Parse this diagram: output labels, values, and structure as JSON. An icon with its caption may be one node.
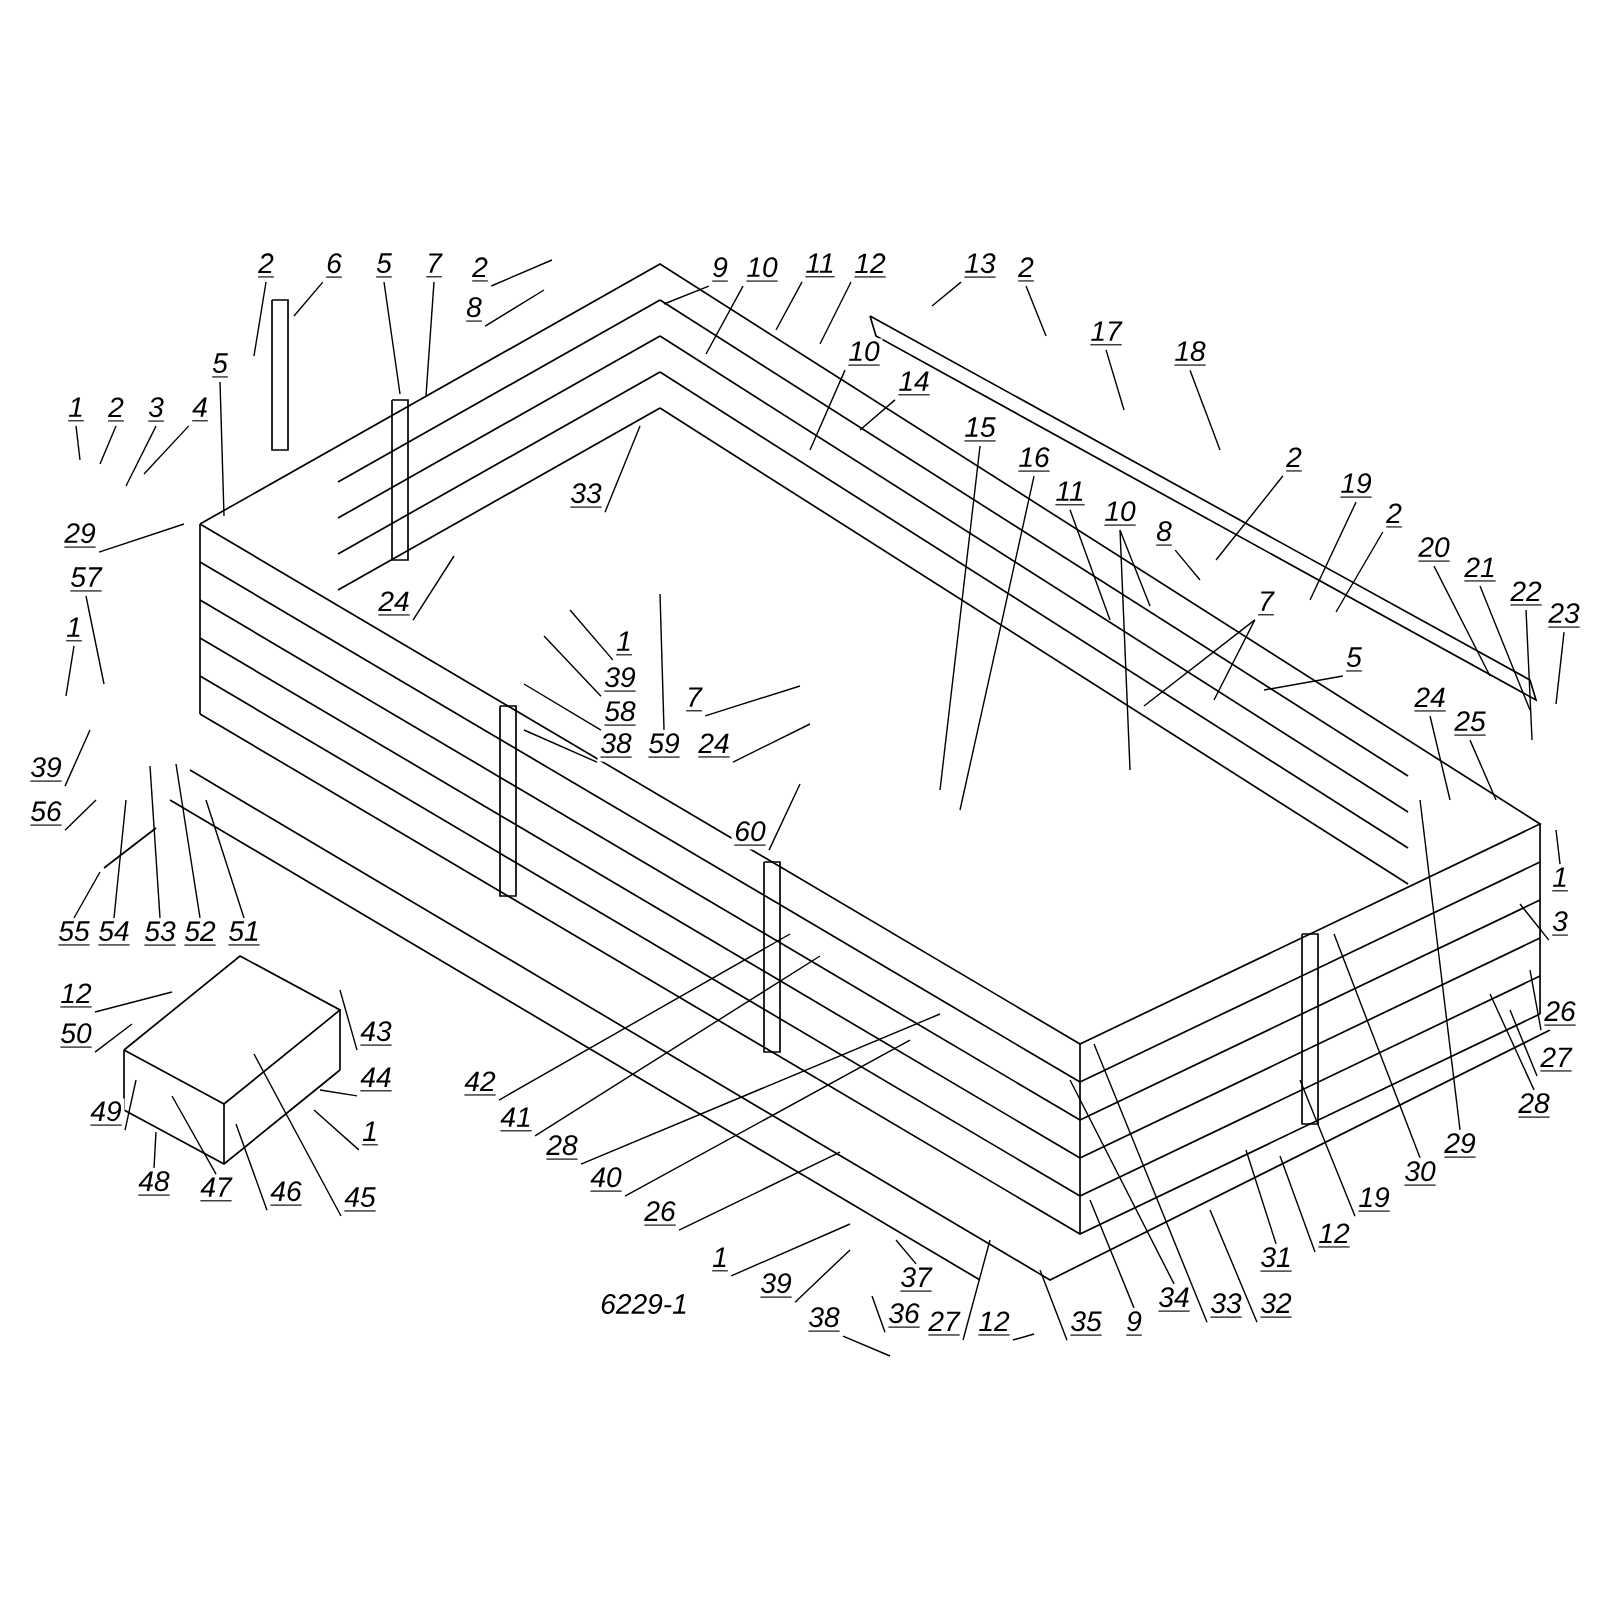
{
  "diagram": {
    "nodes": [
      {
        "text": [
          "2"
        ]
      },
      {
        "text": [
          "6"
        ]
      },
      {
        "text": [
          "5"
        ]
      },
      {
        "text": [
          "7"
        ]
      },
      {
        "text": [
          "2"
        ]
      },
      {
        "text": [
          "8"
        ]
      },
      {
        "text": [
          "9"
        ]
      },
      {
        "text": [
          "10"
        ]
      },
      {
        "text": [
          "11"
        ]
      },
      {
        "text": [
          "12"
        ]
      },
      {
        "text": [
          "13"
        ]
      },
      {
        "text": [
          "2"
        ]
      },
      {
        "text": [
          "17"
        ]
      },
      {
        "text": [
          "18"
        ]
      },
      {
        "text": [
          "10"
        ]
      },
      {
        "text": [
          "14"
        ]
      },
      {
        "text": [
          "15"
        ]
      },
      {
        "text": [
          "16"
        ]
      },
      {
        "text": [
          "11"
        ]
      },
      {
        "text": [
          "10"
        ]
      },
      {
        "text": [
          "8"
        ]
      },
      {
        "text": [
          "2"
        ]
      },
      {
        "text": [
          "19"
        ]
      },
      {
        "text": [
          "2"
        ]
      },
      {
        "text": [
          "7"
        ]
      },
      {
        "text": [
          "5"
        ]
      },
      {
        "text": [
          "20"
        ]
      },
      {
        "text": [
          "21"
        ]
      },
      {
        "text": [
          "22"
        ]
      },
      {
        "text": [
          "23"
        ]
      },
      {
        "text": [
          "24"
        ]
      },
      {
        "text": [
          "25"
        ]
      },
      {
        "text": [
          "1"
        ]
      },
      {
        "text": [
          "2"
        ]
      },
      {
        "text": [
          "3"
        ]
      },
      {
        "text": [
          "4"
        ]
      },
      {
        "text": [
          "5"
        ]
      },
      {
        "text": [
          "29"
        ]
      },
      {
        "text": [
          "57"
        ]
      },
      {
        "text": [
          "1"
        ]
      },
      {
        "text": [
          "39"
        ]
      },
      {
        "text": [
          "56"
        ]
      },
      {
        "text": [
          "33"
        ]
      },
      {
        "text": [
          "24"
        ]
      },
      {
        "text": [
          "1"
        ]
      },
      {
        "text": [
          "39"
        ]
      },
      {
        "text": [
          "58"
        ]
      },
      {
        "text": [
          "38"
        ]
      },
      {
        "text": [
          "7"
        ]
      },
      {
        "text": [
          "59"
        ]
      },
      {
        "text": [
          "24"
        ]
      },
      {
        "text": [
          "60"
        ]
      },
      {
        "text": [
          "55"
        ]
      },
      {
        "text": [
          "54"
        ]
      },
      {
        "text": [
          "53"
        ]
      },
      {
        "text": [
          "52"
        ]
      },
      {
        "text": [
          "51"
        ]
      },
      {
        "text": [
          "12"
        ]
      },
      {
        "text": [
          "50"
        ]
      },
      {
        "text": [
          "49"
        ]
      },
      {
        "text": [
          "48"
        ]
      },
      {
        "text": [
          "47"
        ]
      },
      {
        "text": [
          "46"
        ]
      },
      {
        "text": [
          "45"
        ]
      },
      {
        "text": [
          "43"
        ]
      },
      {
        "text": [
          "44"
        ]
      },
      {
        "text": [
          "1"
        ]
      },
      {
        "text": [
          "42"
        ]
      },
      {
        "text": [
          "41"
        ]
      },
      {
        "text": [
          "28"
        ]
      },
      {
        "text": [
          "40"
        ]
      },
      {
        "text": [
          "26"
        ]
      },
      {
        "text": [
          "1"
        ]
      },
      {
        "text": [
          "39"
        ]
      },
      {
        "text": [
          "37"
        ]
      },
      {
        "text": [
          "36"
        ]
      },
      {
        "text": [
          "38"
        ]
      },
      {
        "text": [
          "27"
        ]
      },
      {
        "text": [
          "12"
        ]
      },
      {
        "text": [
          "35"
        ]
      },
      {
        "text": [
          "9"
        ]
      },
      {
        "text": [
          "34"
        ]
      },
      {
        "text": [
          "33"
        ]
      },
      {
        "text": [
          "32"
        ]
      },
      {
        "text": [
          "31"
        ]
      },
      {
        "text": [
          "12"
        ]
      },
      {
        "text": [
          "19"
        ]
      },
      {
        "text": [
          "30"
        ]
      },
      {
        "text": [
          "29"
        ]
      },
      {
        "text": [
          "28"
        ]
      },
      {
        "text": [
          "27"
        ]
      },
      {
        "text": [
          "26"
        ]
      },
      {
        "text": [
          "3"
        ]
      },
      {
        "text": [
          "1"
        ]
      }
    ],
    "edges": [
      {
        "from": 0,
        "to": null,
        "arrow": "none"
      },
      {
        "from": 1,
        "to": null,
        "arrow": "none"
      },
      {
        "from": 2,
        "to": null,
        "arrow": "none"
      },
      {
        "from": 3,
        "to": null,
        "arrow": "none"
      },
      {
        "from": 4,
        "to": null,
        "arrow": "none"
      },
      {
        "from": 5,
        "to": null,
        "arrow": "none"
      },
      {
        "from": 6,
        "to": null,
        "arrow": "none"
      },
      {
        "from": 7,
        "to": null,
        "arrow": "none"
      },
      {
        "from": 8,
        "to": null,
        "arrow": "none"
      },
      {
        "from": 9,
        "to": null,
        "arrow": "none"
      },
      {
        "from": 10,
        "to": null,
        "arrow": "none"
      },
      {
        "from": 11,
        "to": null,
        "arrow": "none"
      },
      {
        "from": 12,
        "to": null,
        "arrow": "none"
      },
      {
        "from": 13,
        "to": null,
        "arrow": "none"
      },
      {
        "from": 14,
        "to": null,
        "arrow": "none"
      },
      {
        "from": 15,
        "to": null,
        "arrow": "none"
      },
      {
        "from": 16,
        "to": null,
        "arrow": "none"
      },
      {
        "from": 17,
        "to": null,
        "arrow": "none"
      },
      {
        "from": 18,
        "to": null,
        "arrow": "none"
      },
      {
        "from": 19,
        "to": null,
        "arrow": "none"
      },
      {
        "from": 19,
        "to": null,
        "arrow": "none"
      },
      {
        "from": 20,
        "to": null,
        "arrow": "none"
      },
      {
        "from": 21,
        "to": null,
        "arrow": "none"
      },
      {
        "from": 22,
        "to": null,
        "arrow": "none"
      },
      {
        "from": 23,
        "to": null,
        "arrow": "none"
      },
      {
        "from": 24,
        "to": null,
        "arrow": "none"
      },
      {
        "from": 24,
        "to": null,
        "arrow": "none"
      },
      {
        "from": 25,
        "to": null,
        "arrow": "none"
      },
      {
        "from": 26,
        "to": null,
        "arrow": "none"
      },
      {
        "from": 27,
        "to": null,
        "arrow": "none"
      },
      {
        "from": 28,
        "to": null,
        "arrow": "none"
      },
      {
        "from": 29,
        "to": null,
        "arrow": "none"
      },
      {
        "from": 30,
        "to": null,
        "arrow": "none"
      },
      {
        "from": 31,
        "to": null,
        "arrow": "none"
      },
      {
        "from": 32,
        "to": null,
        "arrow": "none"
      },
      {
        "from": 33,
        "to": null,
        "arrow": "none"
      },
      {
        "from": 34,
        "to": null,
        "arrow": "none"
      },
      {
        "from": 35,
        "to": null,
        "arrow": "none"
      },
      {
        "from": 36,
        "to": null,
        "arrow": "none"
      },
      {
        "from": 37,
        "to": null,
        "arrow": "none"
      },
      {
        "from": 38,
        "to": null,
        "arrow": "none"
      },
      {
        "from": 39,
        "to": null,
        "arrow": "none"
      },
      {
        "from": 40,
        "to": null,
        "arrow": "none"
      },
      {
        "from": 41,
        "to": null,
        "arrow": "none"
      },
      {
        "from": 42,
        "to": null,
        "arrow": "none"
      },
      {
        "from": 43,
        "to": null,
        "arrow": "none"
      },
      {
        "from": 44,
        "to": null,
        "arrow": "none"
      },
      {
        "from": 45,
        "to": null,
        "arrow": "none"
      },
      {
        "from": 46,
        "to": null,
        "arrow": "none"
      },
      {
        "from": 47,
        "to": null,
        "arrow": "none"
      },
      {
        "from": 48,
        "to": null,
        "arrow": "none"
      },
      {
        "from": 49,
        "to": null,
        "arrow": "none"
      },
      {
        "from": 50,
        "to": null,
        "arrow": "none"
      },
      {
        "from": 51,
        "to": null,
        "arrow": "none"
      },
      {
        "from": 52,
        "to": null,
        "arrow": "none"
      },
      {
        "from": 53,
        "to": null,
        "arrow": "none"
      },
      {
        "from": 54,
        "to": null,
        "arrow": "none"
      },
      {
        "from": 55,
        "to": null,
        "arrow": "none"
      },
      {
        "from": 56,
        "to": null,
        "arrow": "none"
      },
      {
        "from": 57,
        "to": null,
        "arrow": "none"
      },
      {
        "from": 58,
        "to": null,
        "arrow": "none"
      },
      {
        "from": 59,
        "to": null,
        "arrow": "none"
      },
      {
        "from": 60,
        "to": null,
        "arrow": "none"
      },
      {
        "from": 61,
        "to": null,
        "arrow": "none"
      },
      {
        "from": 62,
        "to": null,
        "arrow": "none"
      },
      {
        "from": 63,
        "to": null,
        "arrow": "none"
      },
      {
        "from": 64,
        "to": null,
        "arrow": "none"
      },
      {
        "from": 65,
        "to": null,
        "arrow": "none"
      },
      {
        "from": 66,
        "to": null,
        "arrow": "none"
      },
      {
        "from": 67,
        "to": null,
        "arrow": "none"
      },
      {
        "from": 68,
        "to": null,
        "arrow": "none"
      },
      {
        "from": 69,
        "to": null,
        "arrow": "none"
      },
      {
        "from": 70,
        "to": null,
        "arrow": "none"
      },
      {
        "from": 71,
        "to": null,
        "arrow": "none"
      },
      {
        "from": 72,
        "to": null,
        "arrow": "none"
      },
      {
        "from": 73,
        "to": null,
        "arrow": "none"
      },
      {
        "from": 74,
        "to": null,
        "arrow": "none"
      },
      {
        "from": 75,
        "to": null,
        "arrow": "none"
      },
      {
        "from": 76,
        "to": null,
        "arrow": "none"
      },
      {
        "from": 77,
        "to": null,
        "arrow": "none"
      },
      {
        "from": 78,
        "to": null,
        "arrow": "none"
      },
      {
        "from": 79,
        "to": null,
        "arrow": "none"
      },
      {
        "from": 80,
        "to": null,
        "arrow": "none"
      },
      {
        "from": 81,
        "to": null,
        "arrow": "none"
      },
      {
        "from": 82,
        "to": null,
        "arrow": "none"
      },
      {
        "from": 83,
        "to": null,
        "arrow": "none"
      },
      {
        "from": 84,
        "to": null,
        "arrow": "none"
      },
      {
        "from": 85,
        "to": null,
        "arrow": "none"
      },
      {
        "from": 86,
        "to": null,
        "arrow": "none"
      },
      {
        "from": 87,
        "to": null,
        "arrow": "none"
      },
      {
        "from": 88,
        "to": null,
        "arrow": "none"
      },
      {
        "from": 89,
        "to": null,
        "arrow": "none"
      },
      {
        "from": 90,
        "to": null,
        "arrow": "none"
      },
      {
        "from": 91,
        "to": null,
        "arrow": "none"
      },
      {
        "from": 92,
        "to": null,
        "arrow": "none"
      },
      {
        "from": 93,
        "to": null,
        "arrow": "none"
      }
    ],
    "labels": [
      "6229-1"
    ]
  }
}
